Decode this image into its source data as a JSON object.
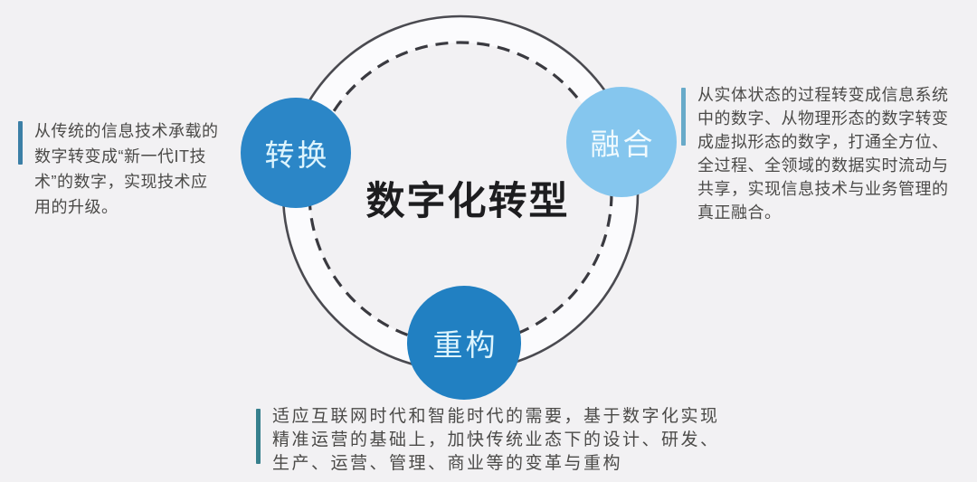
{
  "page": {
    "background_color": "#f2f1f3"
  },
  "diagram": {
    "title": "数字化转型",
    "title_color": "#1d1d1f",
    "ring": {
      "outer_stroke_color": "#4a4a50",
      "inner_stroke_color": "#3a3a40",
      "band_fill_color": "#fbfbfd"
    },
    "nodes": [
      {
        "id": "convert",
        "label": "转换",
        "color": "#2b86c7",
        "text_color": "#ddf4fd"
      },
      {
        "id": "fusion",
        "label": "融合",
        "color": "#85c6ee",
        "text_color": "#f0fafe"
      },
      {
        "id": "rebuild",
        "label": "重构",
        "color": "#2180c2",
        "text_color": "#ddf4fd"
      }
    ],
    "annotations": [
      {
        "id": "convert-note",
        "bar_color": "#3b7fa6",
        "text": "从传统的信息技术承载的\n数字转变成“新一代IT技\n术”的数字，实现技术应\n用的升级。"
      },
      {
        "id": "fusion-note",
        "bar_color": "#68aac9",
        "text": "从实体状态的过程转变成信息系统\n中的数字、从物理形态的数字转变\n成虚拟形态的数字，打通全方位、\n全过程、全领域的数据实时流动与\n共享，实现信息技术与业务管理的\n真正融合。"
      },
      {
        "id": "rebuild-note",
        "bar_color": "#37808d",
        "text": "适应互联网时代和智能时代的需要，基于数字化实现\n精准运营的基础上，加快传统业态下的设计、研发、\n生产、运营、管理、商业等的变革与重构"
      }
    ]
  }
}
